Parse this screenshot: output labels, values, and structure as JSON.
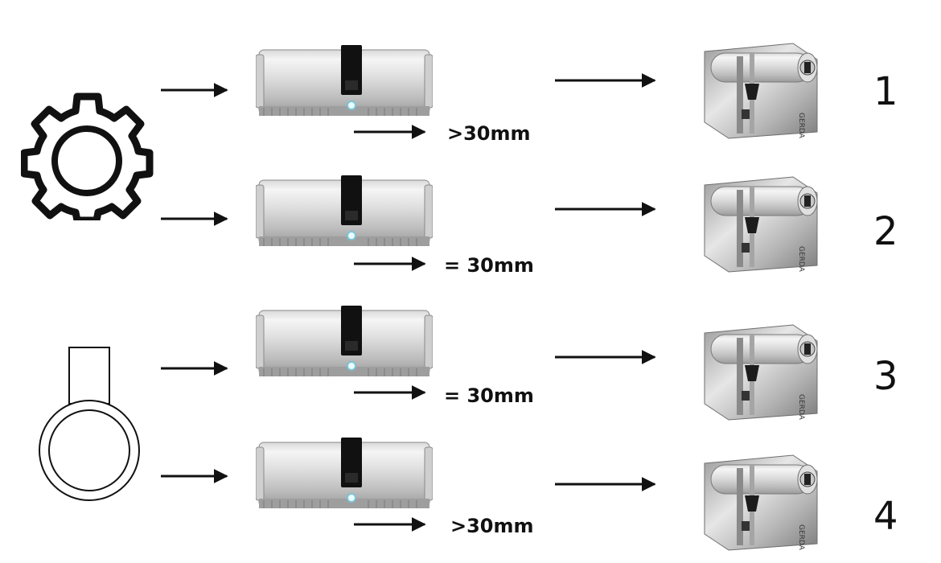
{
  "diagram": {
    "rows": [
      {
        "number": "1",
        "dimension": ">30mm"
      },
      {
        "number": "2",
        "dimension": "= 30mm"
      },
      {
        "number": "3",
        "dimension": "= 30mm"
      },
      {
        "number": "4",
        "dimension": ">30mm"
      }
    ],
    "icons": {
      "top": "gear-icon",
      "bottom": "thumb-turn-knob-icon"
    }
  }
}
